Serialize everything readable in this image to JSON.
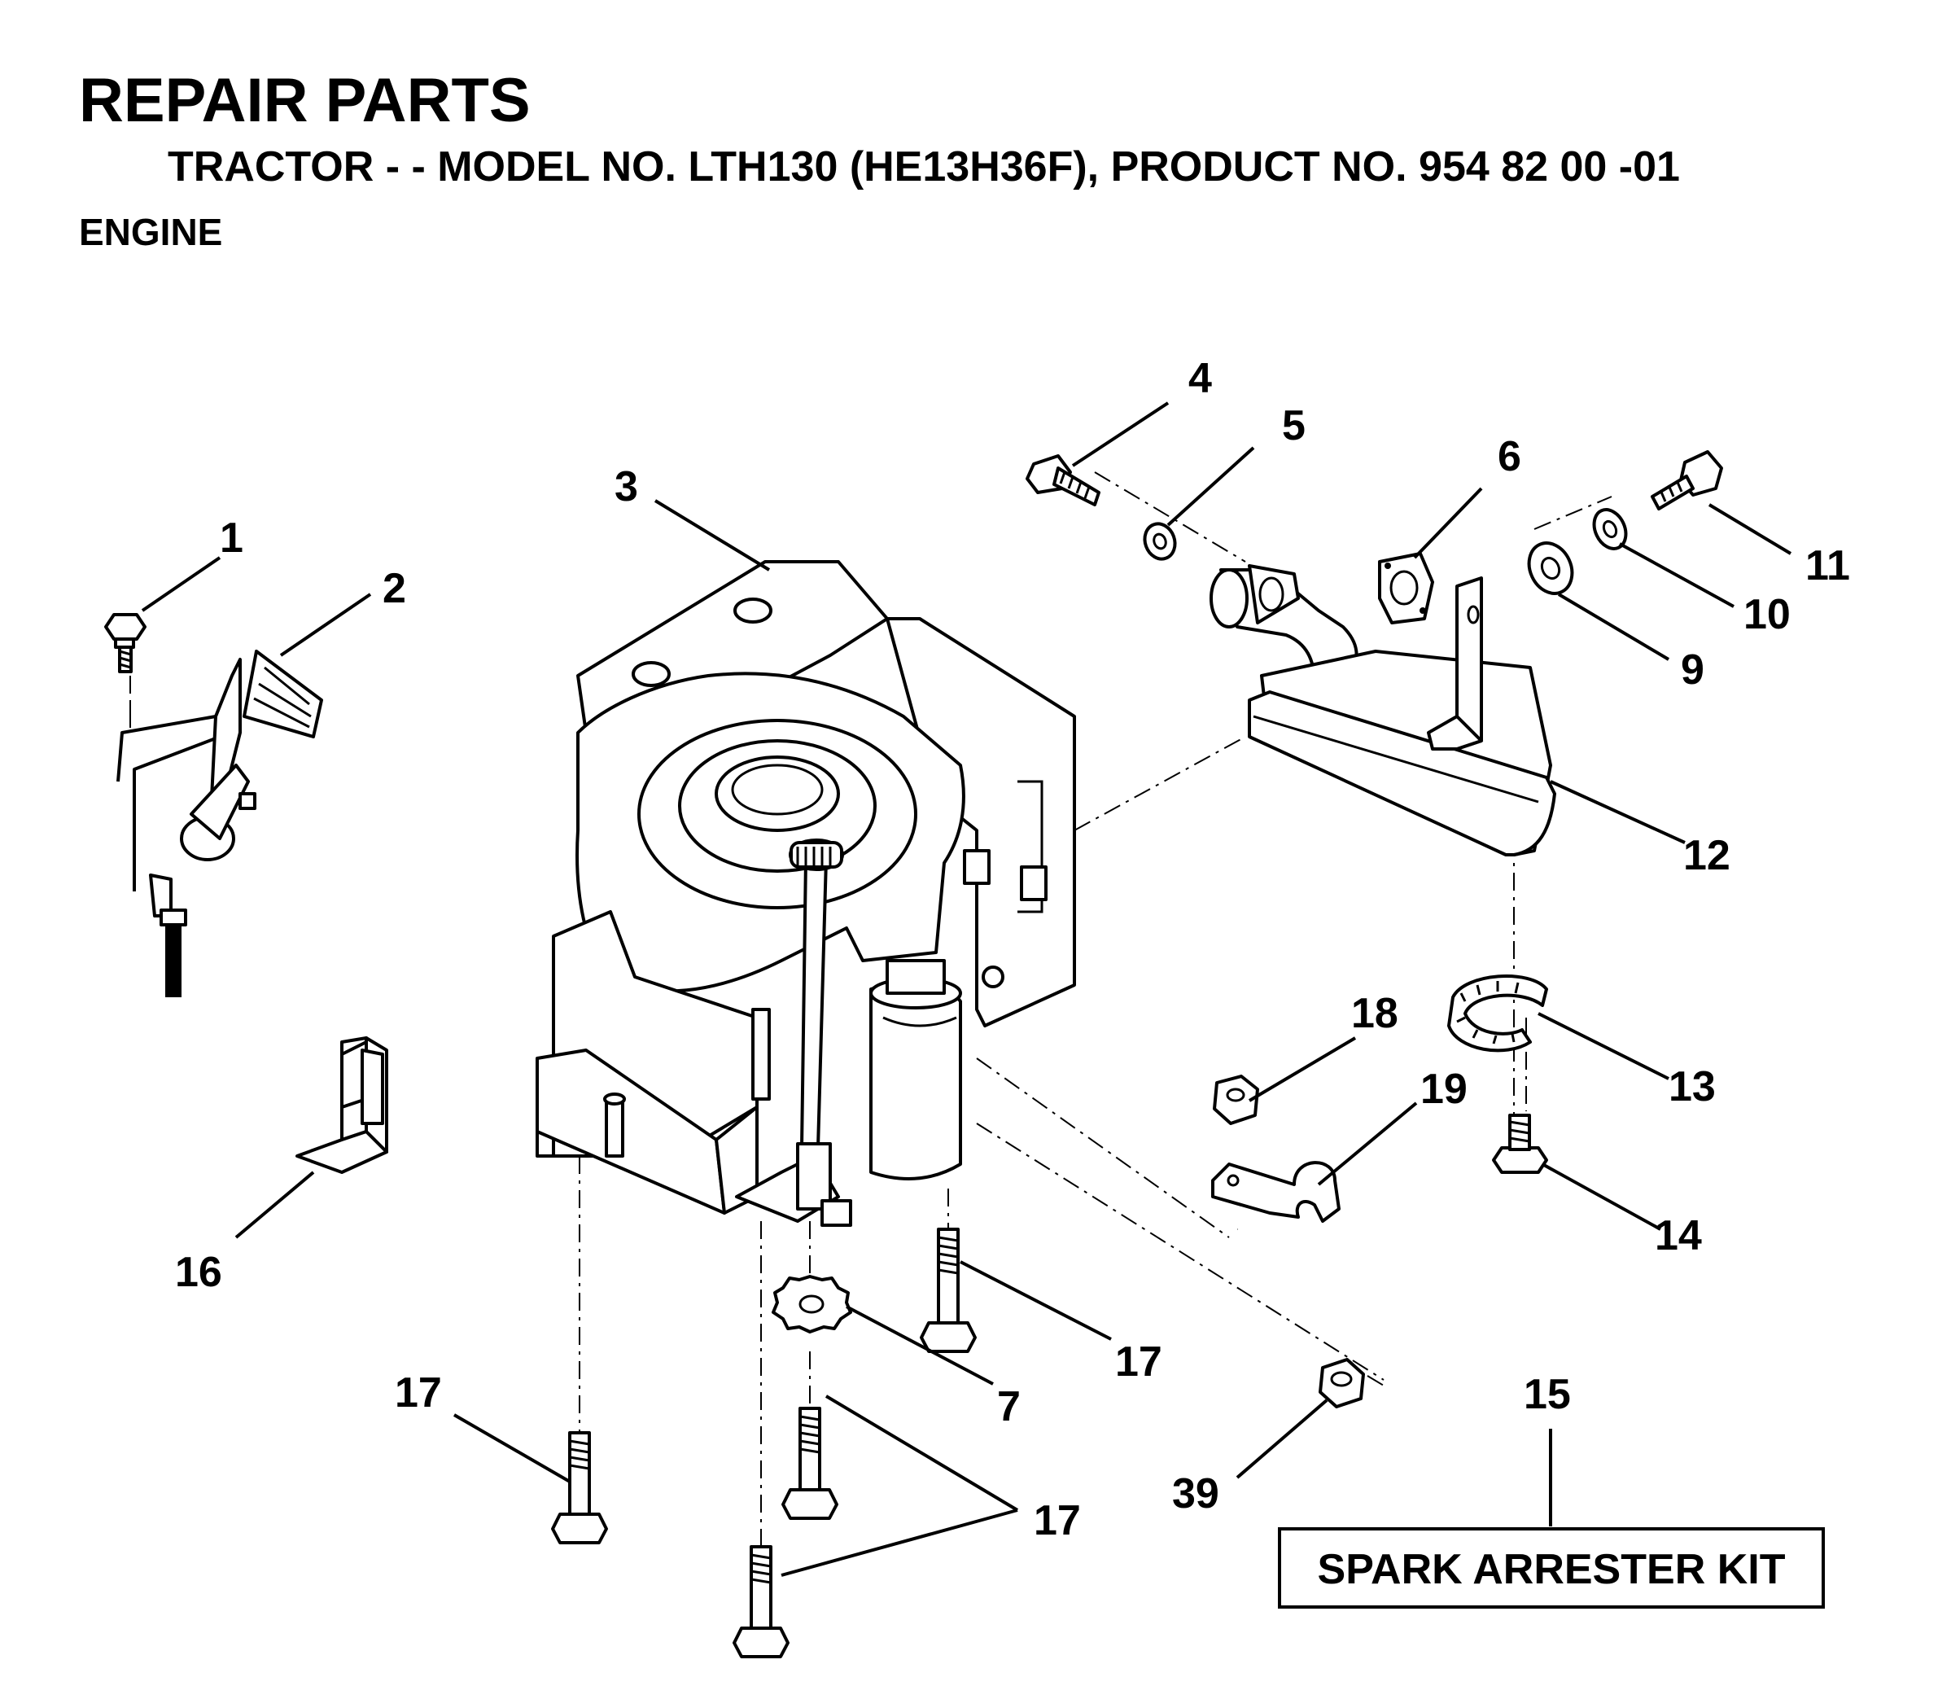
{
  "header": {
    "title": "REPAIR PARTS",
    "subtitle": "TRACTOR - - MODEL NO. LTH130 (HE13H36F),  PRODUCT NO. 954 82 00 -01",
    "section": "ENGINE"
  },
  "callouts": [
    "1",
    "2",
    "3",
    "4",
    "5",
    "6",
    "7",
    "9",
    "10",
    "11",
    "12",
    "13",
    "14",
    "15",
    "16",
    "17",
    "17",
    "17",
    "17",
    "18",
    "19",
    "39"
  ],
  "kit_label": "SPARK ARRESTER KIT"
}
